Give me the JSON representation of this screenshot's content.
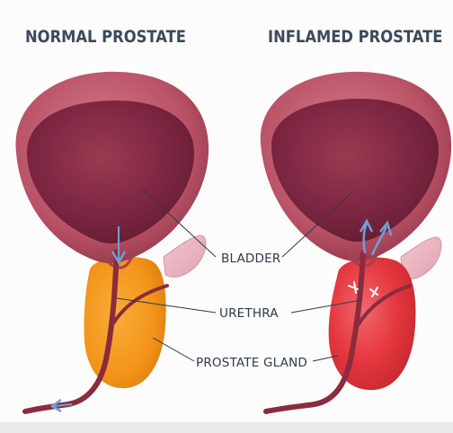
{
  "panels": {
    "left_title": "NORMAL PROSTATE",
    "right_title": "INFLAMED PROSTATE"
  },
  "labels": {
    "bladder": "BLADDER",
    "urethra": "URETHRA",
    "prostate_gland": "PROSTATE GLAND"
  },
  "colors": {
    "title_text": "#3b4a5c",
    "bladder_wall": "#b14a5c",
    "bladder_inner": "#7a2339",
    "normal_prostate": "#f59a1d",
    "inflamed_prostate": "#e8353c",
    "urethra": "#8a2c3d",
    "flow_arrow": "#6f9fd8",
    "leader_line": "#2f3a47"
  }
}
